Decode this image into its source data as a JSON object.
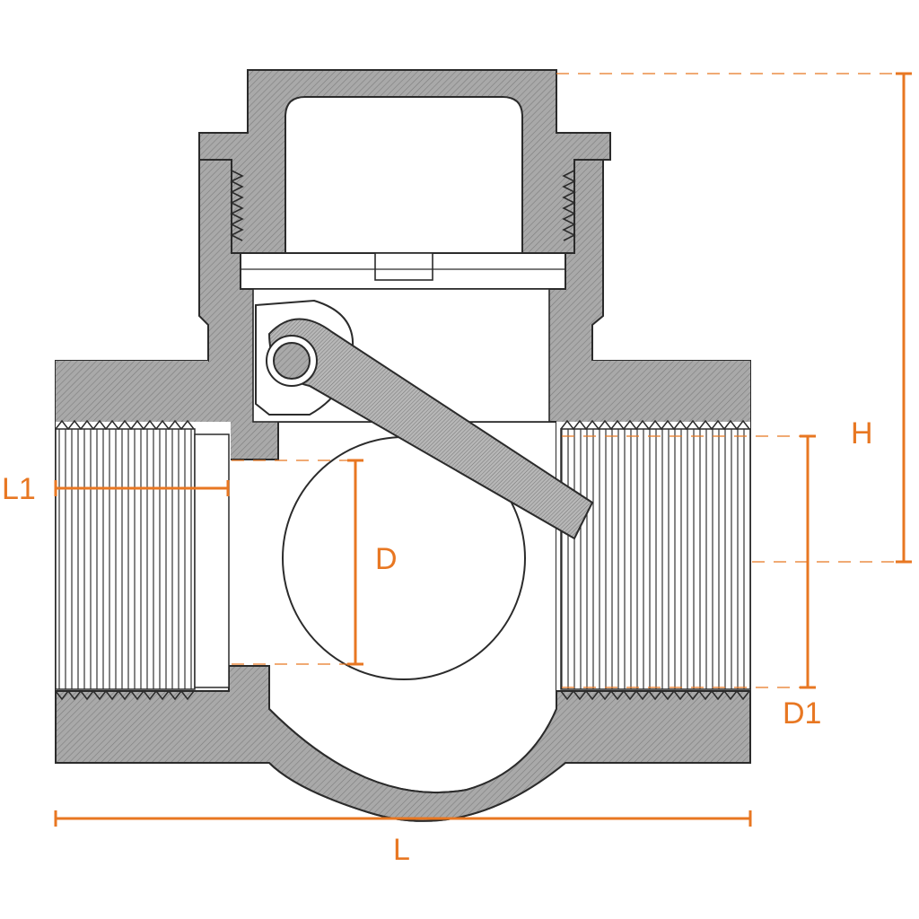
{
  "diagram": {
    "dimensions": {
      "L": "L",
      "L1": "L1",
      "D": "D",
      "D1": "D1",
      "H": "H"
    }
  },
  "colors": {
    "dimension": "#e87722",
    "body_fill": "#a9a9a9",
    "outline": "#2b2b2b",
    "background": "#ffffff"
  }
}
